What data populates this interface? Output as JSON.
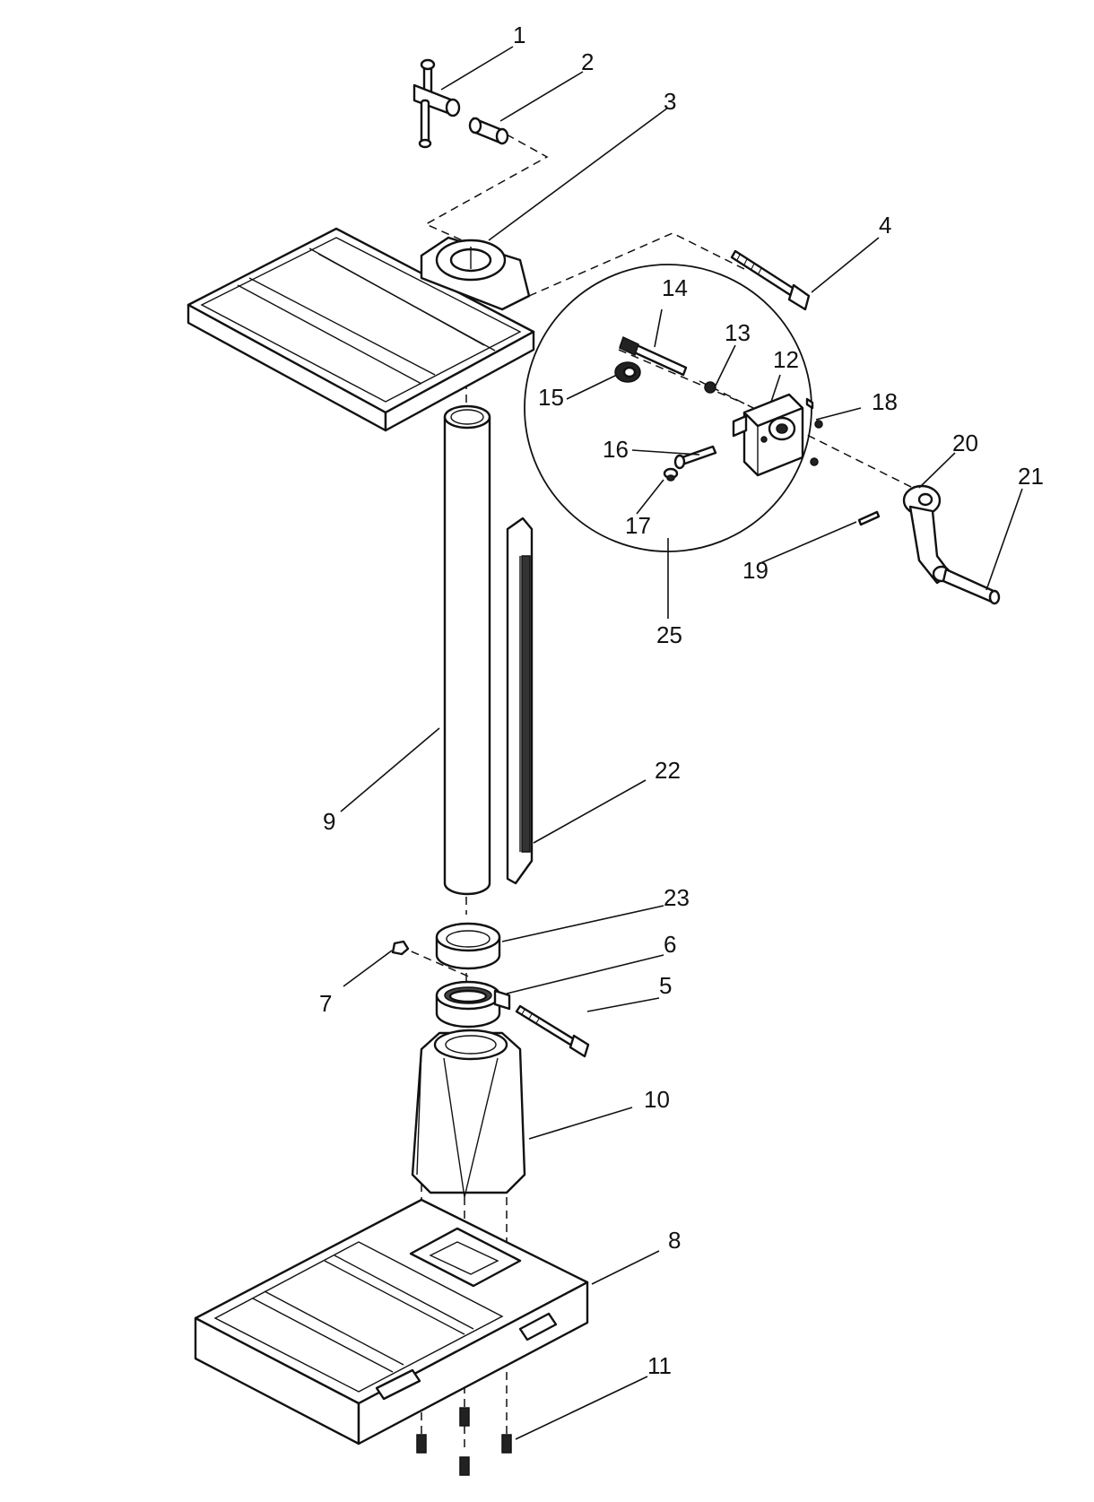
{
  "parts": [
    {
      "id": "1",
      "label": "1"
    },
    {
      "id": "2",
      "label": "2"
    },
    {
      "id": "3",
      "label": "3"
    },
    {
      "id": "4",
      "label": "4"
    },
    {
      "id": "5",
      "label": "5"
    },
    {
      "id": "6",
      "label": "6"
    },
    {
      "id": "7",
      "label": "7"
    },
    {
      "id": "8",
      "label": "8"
    },
    {
      "id": "9",
      "label": "9"
    },
    {
      "id": "10",
      "label": "10"
    },
    {
      "id": "11",
      "label": "11"
    },
    {
      "id": "12",
      "label": "12"
    },
    {
      "id": "13",
      "label": "13"
    },
    {
      "id": "14",
      "label": "14"
    },
    {
      "id": "15",
      "label": "15"
    },
    {
      "id": "16",
      "label": "16"
    },
    {
      "id": "17",
      "label": "17"
    },
    {
      "id": "18",
      "label": "18"
    },
    {
      "id": "19",
      "label": "19"
    },
    {
      "id": "20",
      "label": "20"
    },
    {
      "id": "21",
      "label": "21"
    },
    {
      "id": "22",
      "label": "22"
    },
    {
      "id": "23",
      "label": "23"
    },
    {
      "id": "25",
      "label": "25"
    }
  ]
}
